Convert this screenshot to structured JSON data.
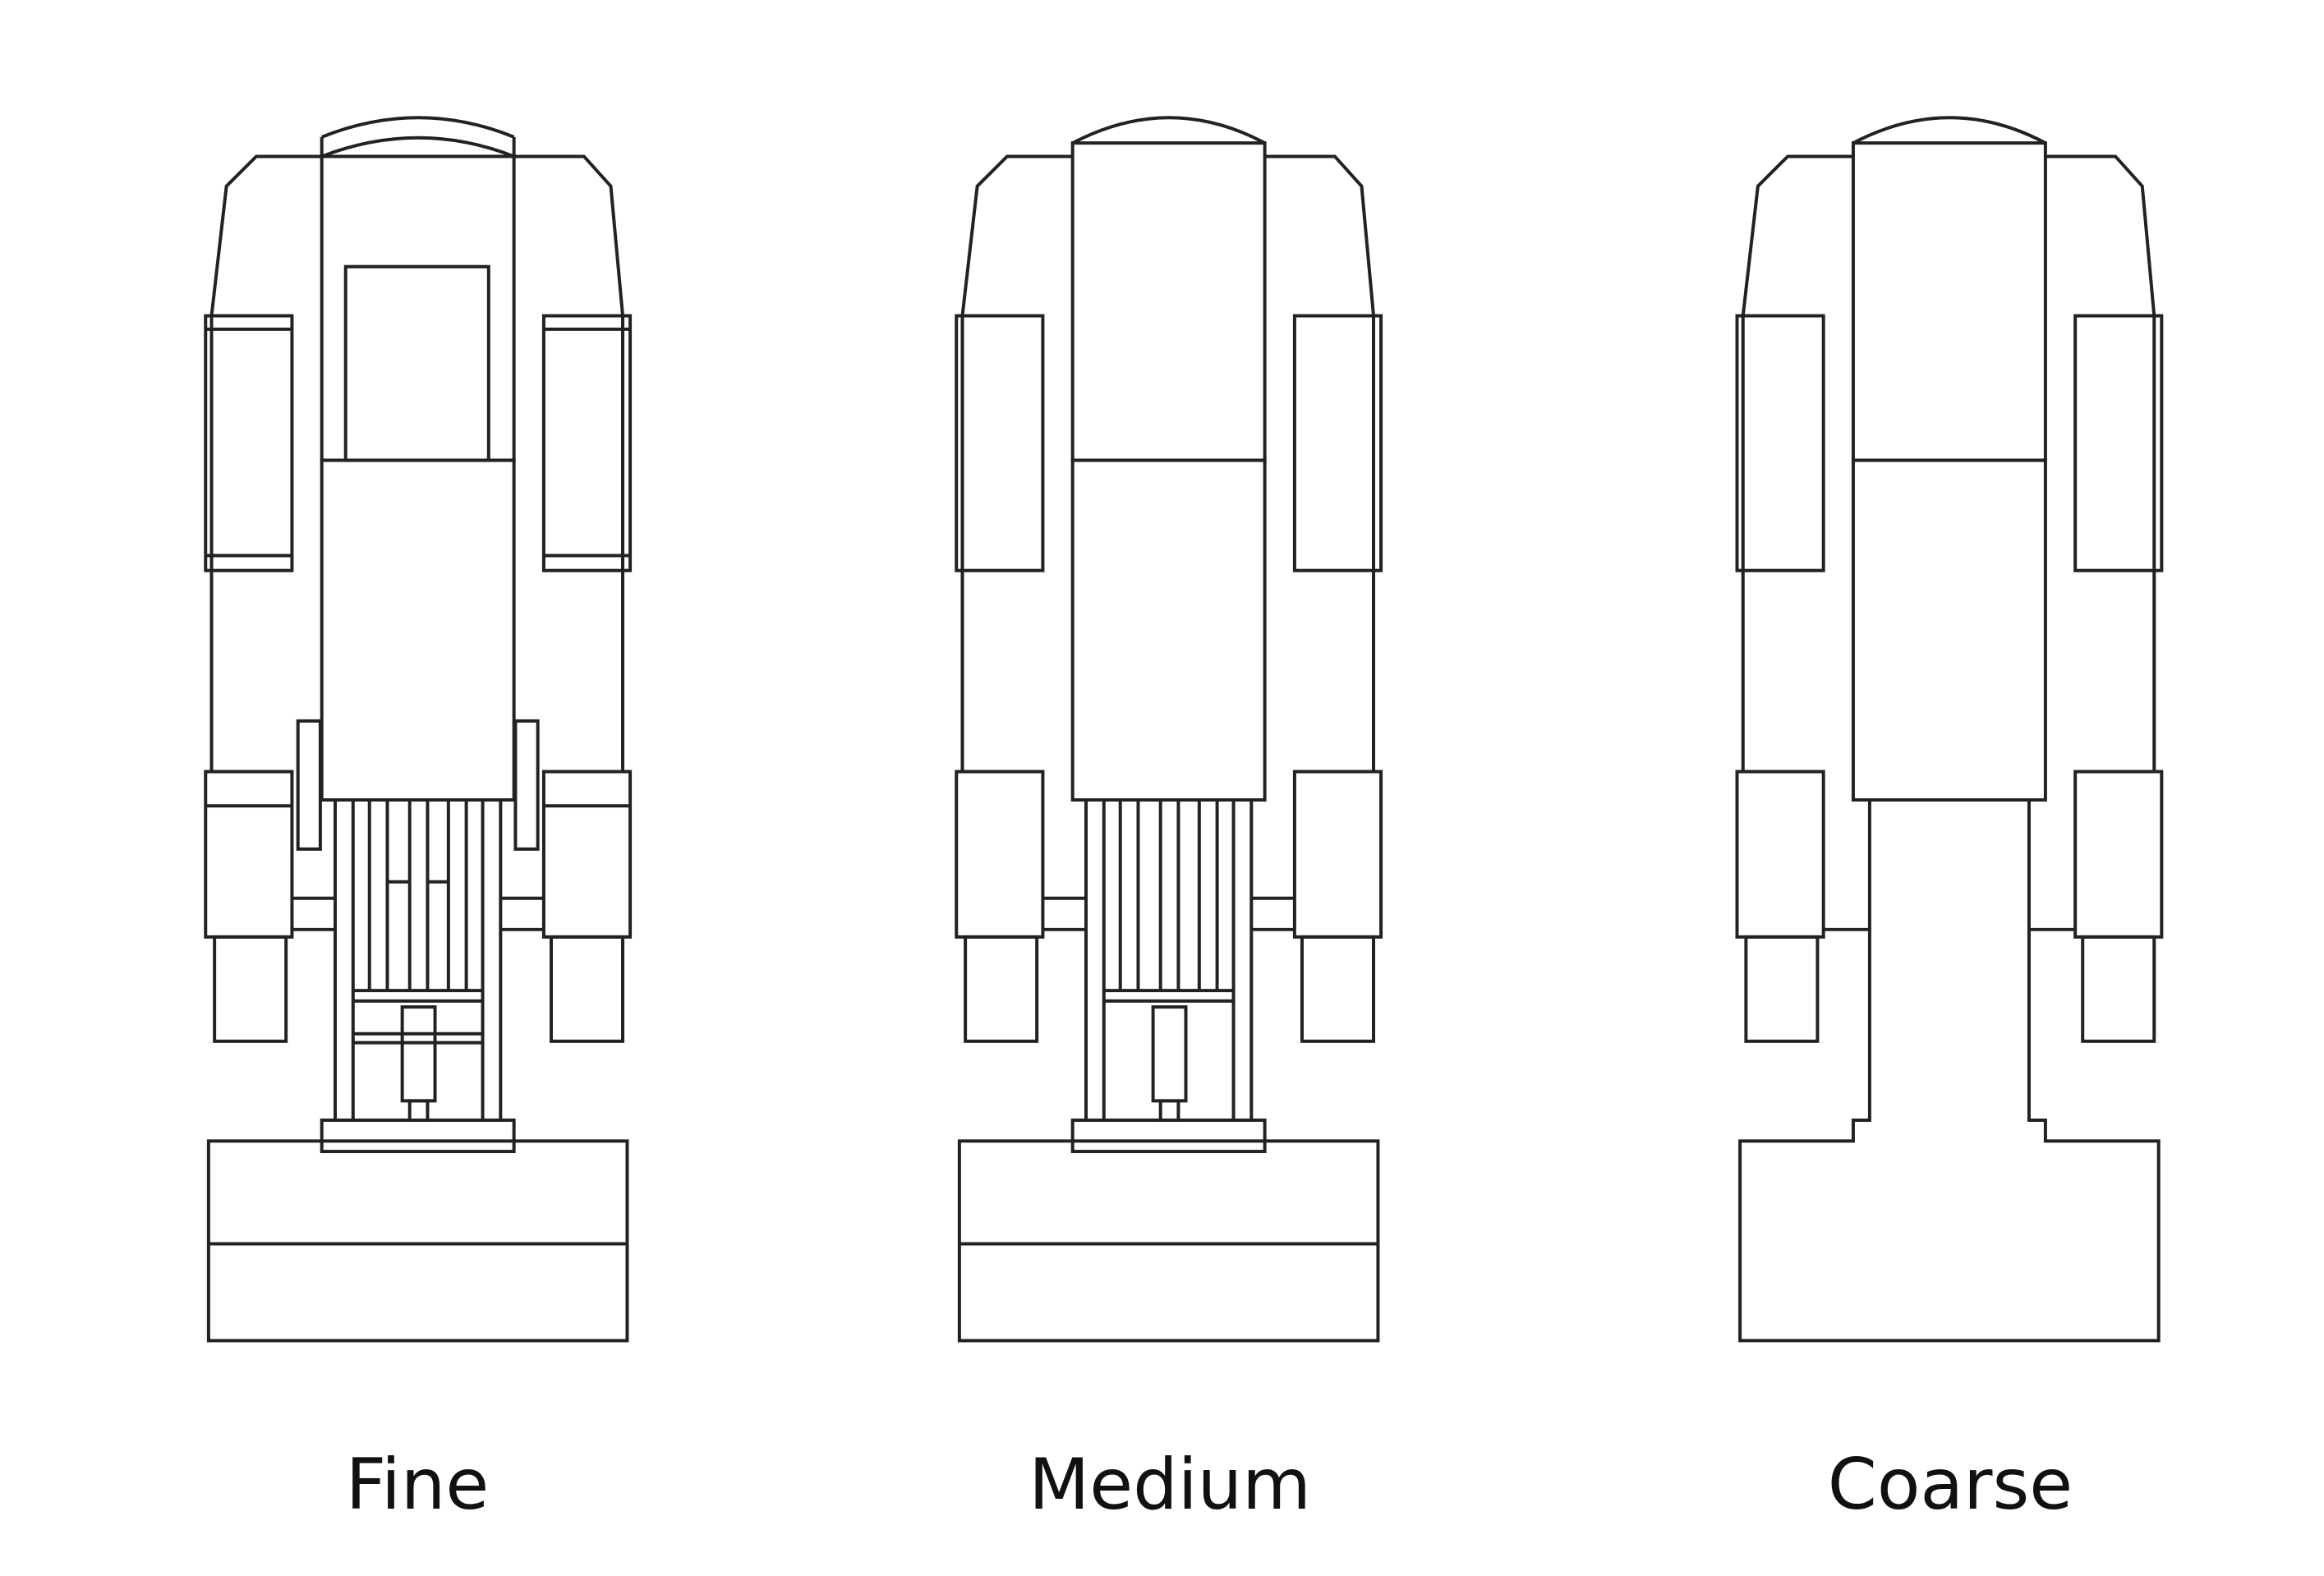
{
  "panels": [
    {
      "id": "fine",
      "label": "Fine",
      "detail": "fine"
    },
    {
      "id": "medium",
      "label": "Medium",
      "detail": "medium"
    },
    {
      "id": "coarse",
      "label": "Coarse",
      "detail": "coarse"
    }
  ],
  "colors": {
    "stroke": "#222222",
    "background": "#ffffff"
  }
}
